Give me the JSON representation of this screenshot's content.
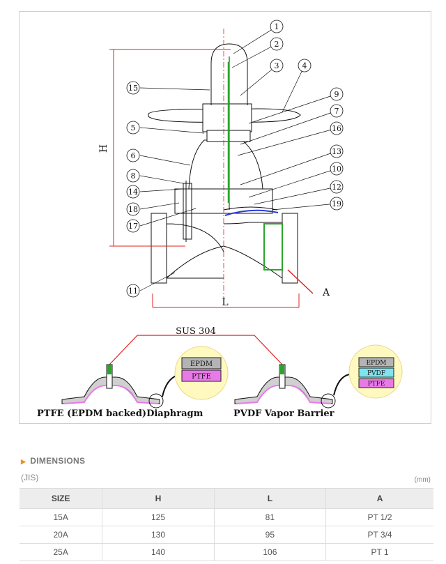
{
  "drawing": {
    "callouts": [
      "1",
      "2",
      "3",
      "4",
      "5",
      "6",
      "7",
      "8",
      "9",
      "10",
      "11",
      "12",
      "13",
      "14",
      "15",
      "16",
      "17",
      "18",
      "19"
    ],
    "dim_h": "H",
    "dim_l": "L",
    "dim_a": "A",
    "material_label": "SUS 304",
    "left_caption": "PTFE (EPDM backed)Diaphragm",
    "right_caption": "PVDF Vapor Barrier",
    "left_layers": [
      "EPDM",
      "PTFE"
    ],
    "right_layers": [
      "EPDM",
      "PVDF",
      "PTFE"
    ],
    "colors": {
      "green": "#2aa52a",
      "red": "#e02020",
      "blue": "#2a3ad8",
      "pink": "#e87ae8",
      "cyan": "#7ee4ee",
      "gray": "#b4b4b4",
      "yellow_circle": "#fff9c0"
    }
  },
  "dimensions": {
    "heading": "DIMENSIONS",
    "standard": "(JIS)",
    "unit": "(mm)",
    "columns": [
      "SIZE",
      "H",
      "L",
      "A"
    ],
    "rows": [
      [
        "15A",
        "125",
        "81",
        "PT 1/2"
      ],
      [
        "20A",
        "130",
        "95",
        "PT 3/4"
      ],
      [
        "25A",
        "140",
        "106",
        "PT 1"
      ]
    ]
  }
}
